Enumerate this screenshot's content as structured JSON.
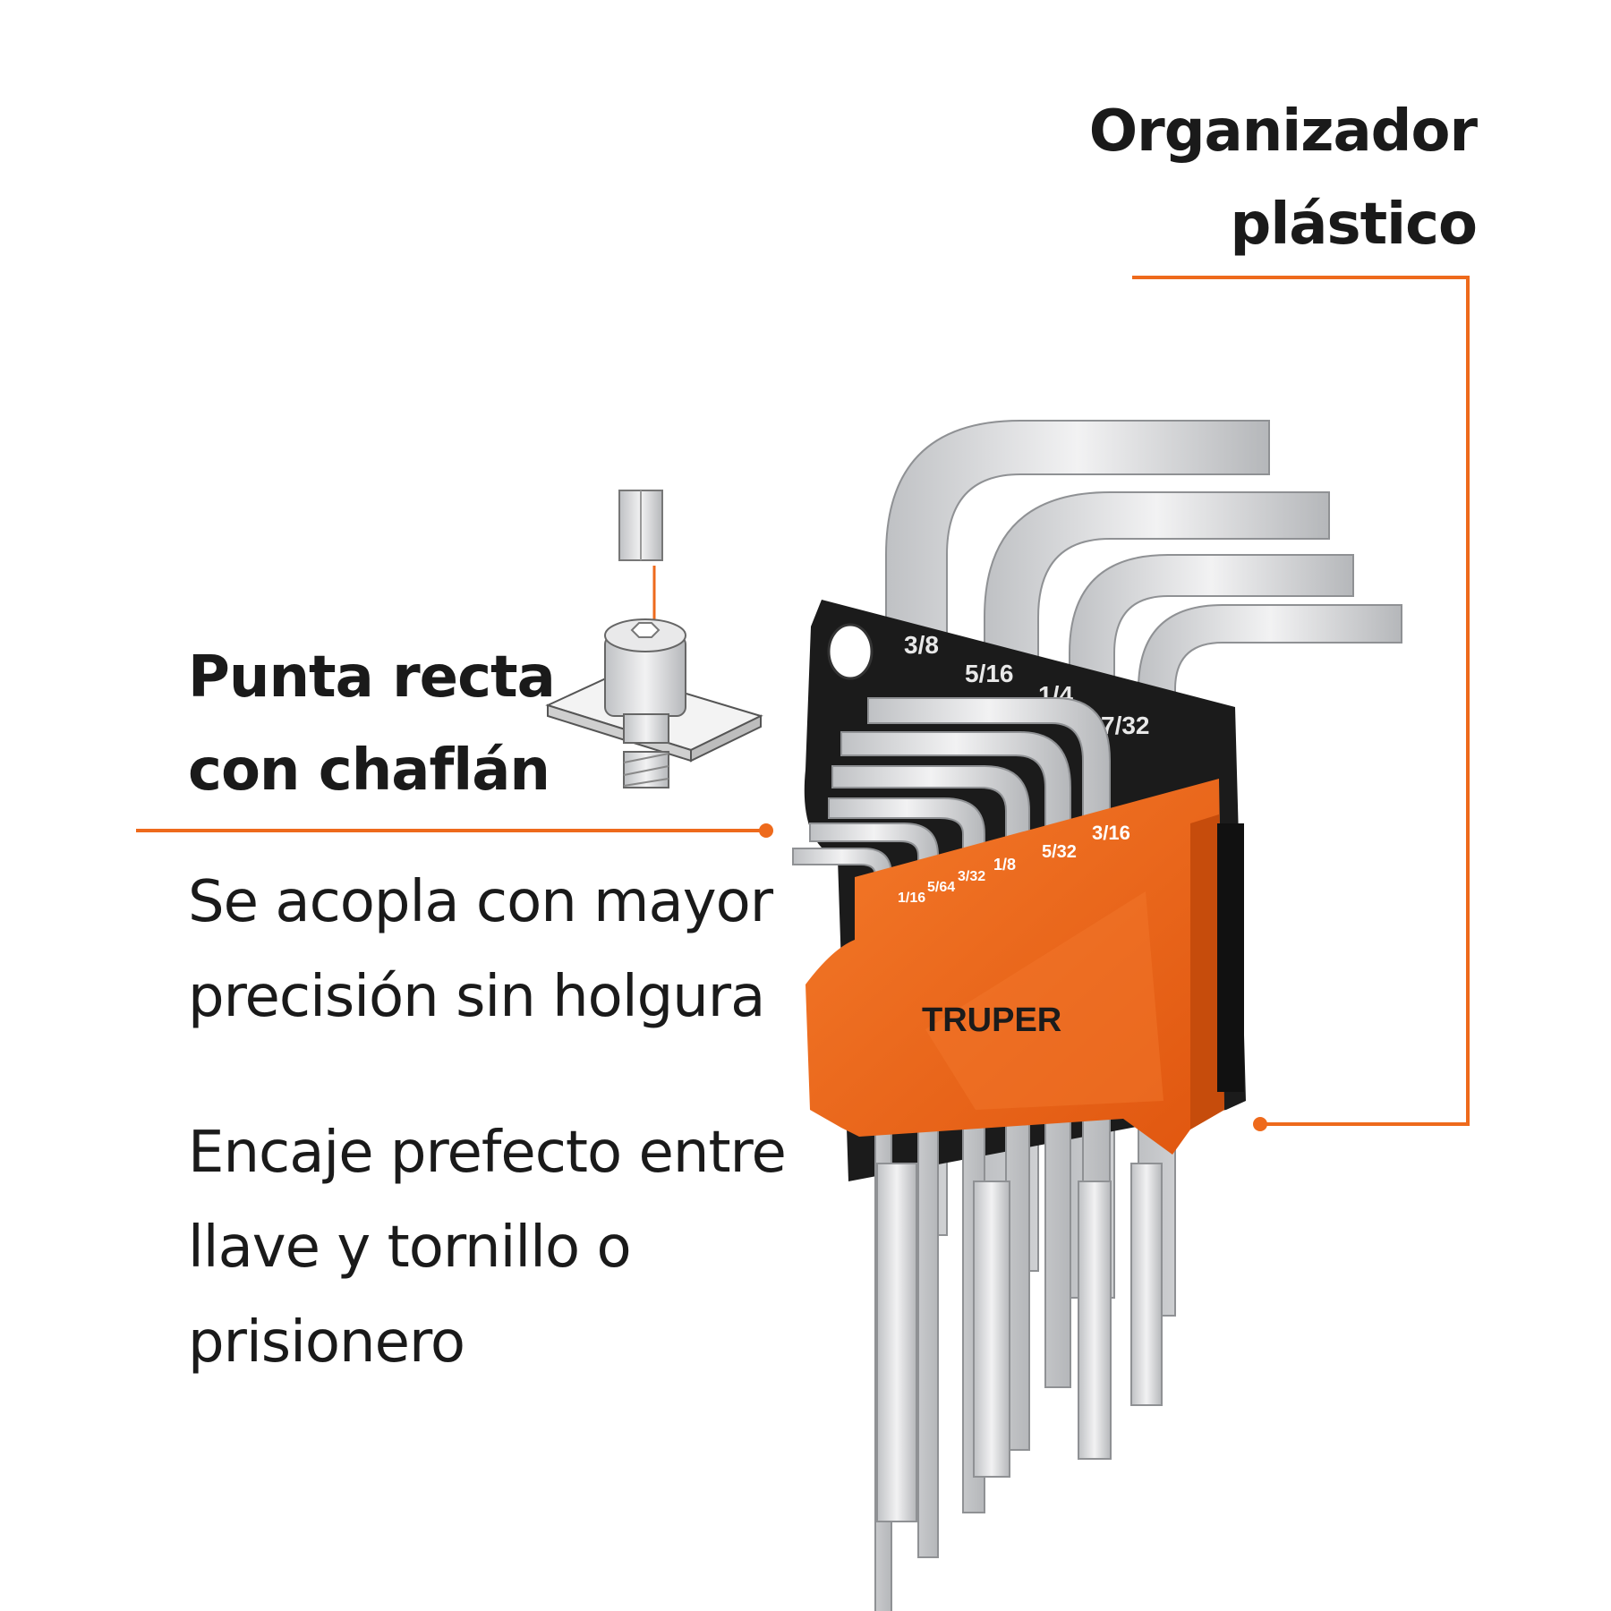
{
  "callouts": {
    "organizer_title": "Organizador plástico",
    "tip_title": "Punta recta con chaflán",
    "fit_text": "Se acopla con mayor precisión sin holgura",
    "seat_text": "Encaje prefecto entre llave y tornillo o prisionero"
  },
  "product": {
    "brand": "TRUPER",
    "upper_sizes": [
      "3/8",
      "5/16",
      "1/4",
      "7/32"
    ],
    "lower_sizes": [
      "1/16",
      "5/64",
      "3/32",
      "1/8",
      "5/32",
      "3/16"
    ]
  },
  "colors": {
    "accent": "#ee6a1c",
    "holder_black": "#1b1b1b",
    "steel": "#d6d7d9"
  }
}
